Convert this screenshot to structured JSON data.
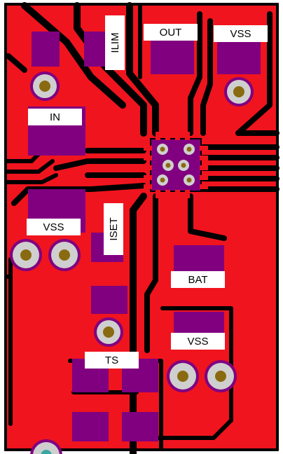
{
  "labels": {
    "ilim": "ILIM",
    "out": "OUT",
    "vss_top": "VSS",
    "in": "IN",
    "vss_left": "VSS",
    "iset": "ISET",
    "bat": "BAT",
    "vss_right": "VSS",
    "ts": "TS"
  },
  "colors": {
    "copper": "#f0141e",
    "trace_gap": "#000000",
    "pad": "#800080",
    "via_ring": "#cfcfcf",
    "via_hole": "#8a6a10",
    "label_bg": "#ffffff"
  }
}
